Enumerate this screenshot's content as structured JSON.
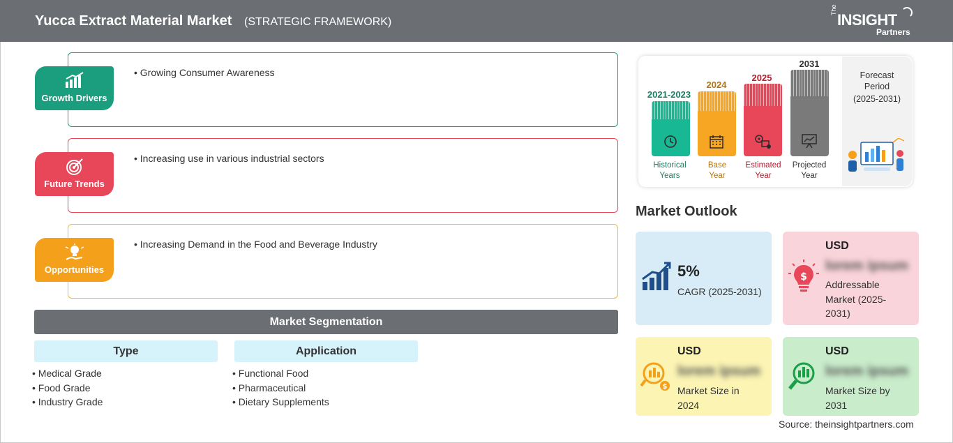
{
  "header": {
    "title": "Yucca Extract Material Market",
    "subtitle": "(STRATEGIC FRAMEWORK)",
    "logo": {
      "the": "The",
      "insight": "INSIGHT",
      "partners": "Partners"
    }
  },
  "framework": [
    {
      "label": "Growth Drivers",
      "text": "Growing Consumer Awareness",
      "color": "#1a9e7e",
      "icon": "bar-chart-icon"
    },
    {
      "label": "Future Trends",
      "text": "Increasing use in various industrial sectors",
      "color": "#e8475a",
      "icon": "target-icon"
    },
    {
      "label": "Opportunities",
      "text": "Increasing Demand in the Food and Beverage Industry",
      "color": "#f5a01a",
      "icon": "lightbulb-hand-icon"
    }
  ],
  "segmentation": {
    "title": "Market Segmentation",
    "columns": [
      {
        "header": "Type",
        "items": [
          "Medical Grade",
          "Food Grade",
          "Industry Grade"
        ]
      },
      {
        "header": "Application",
        "items": [
          "Functional Food",
          "Pharmaceutical",
          "Dietary Supplements"
        ]
      }
    ]
  },
  "timeline": {
    "columns": [
      {
        "year": "2021-2023",
        "caption_1": "Historical",
        "caption_2": "Years",
        "color": "#19b894",
        "year_color": "#1a7f63",
        "icon": "history-icon"
      },
      {
        "year": "2024",
        "caption_1": "Base",
        "caption_2": "Year",
        "color": "#f6a623",
        "year_color": "#b5740d",
        "icon": "calendar-icon"
      },
      {
        "year": "2025",
        "caption_1": "Estimated",
        "caption_2": "Year",
        "color": "#e8475a",
        "year_color": "#b3202f",
        "icon": "gears-icon"
      },
      {
        "year": "2031",
        "caption_1": "Projected",
        "caption_2": "Year",
        "color": "#7a7a7a",
        "year_color": "#333333",
        "icon": "presentation-icon"
      }
    ],
    "forecast": {
      "line_1": "Forecast",
      "line_2": "Period",
      "line_3": "(2025-2031)"
    }
  },
  "outlook": {
    "title": "Market Outlook",
    "cagr": {
      "value": "5%",
      "label": "CAGR (2025-2031)",
      "bg": "#d7ecf6",
      "icon": "growth-chart-icon"
    },
    "addressable": {
      "currency": "USD",
      "value": "lorem ipsum",
      "label_1": "Addressable",
      "label_2": "Market (2025-",
      "label_3": "2031)",
      "bg": "#f9d4da",
      "icon": "dollar-bulb-icon"
    },
    "size_2024": {
      "currency": "USD",
      "value": "lorem ipsum",
      "label_1": "Market Size in",
      "label_2": "2024",
      "bg": "#fbf4b3",
      "icon": "money-search-icon"
    },
    "size_2031": {
      "currency": "USD",
      "value": "lorem ipsum",
      "label_1": "Market Size by",
      "label_2": "2031",
      "bg": "#c9eccb",
      "icon": "chart-search-icon"
    }
  },
  "source": "Source: theinsightpartners.com"
}
